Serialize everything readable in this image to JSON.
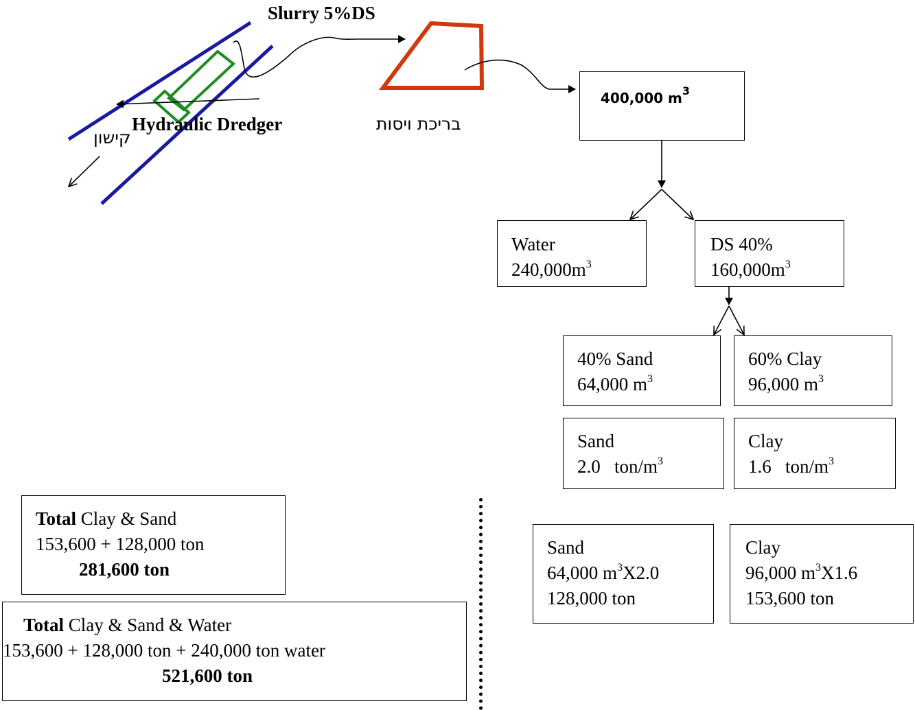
{
  "labels": {
    "slurry": "Slurry 5%DS",
    "dredger": "Hydraulic Dredger",
    "river": "קישון",
    "pond": "בריכת ויסות"
  },
  "nodes": {
    "total_volume": {
      "value": "400,000 m",
      "unit_sup": "3"
    },
    "water": {
      "title": "Water",
      "value": "240,000m",
      "unit_sup": "3"
    },
    "ds": {
      "title": "DS 40%",
      "value": "160,000m",
      "unit_sup": "3"
    },
    "sand_fraction": {
      "title": "40% Sand",
      "value": "64,000 m",
      "unit_sup": "3"
    },
    "clay_fraction": {
      "title": "60% Clay",
      "value": "96,000 m",
      "unit_sup": "3"
    },
    "sand_density": {
      "title": "Sand",
      "value": "2.0   ton/m",
      "unit_sup": "3"
    },
    "clay_density": {
      "title": "Clay",
      "value": "1.6   ton/m",
      "unit_sup": "3"
    },
    "sand_mass": {
      "title": "Sand",
      "calc_pre": "64,000 m",
      "calc_sup": "3",
      "calc_post": "X2.0",
      "result": "128,000 ton"
    },
    "clay_mass": {
      "title": "Clay",
      "calc_pre": "96,000 m",
      "calc_sup": "3",
      "calc_post": "X1.6",
      "result": "153,600 ton"
    }
  },
  "totals": {
    "clay_sand": {
      "heading_bold": "Total",
      "heading_rest": " Clay & Sand",
      "sum": "153,600 + 128,000 ton",
      "result": "281,600 ton"
    },
    "clay_sand_water": {
      "heading_bold": "Total",
      "heading_rest": " Clay & Sand & Water",
      "sum": "153,600 + 128,000 ton + 240,000 ton water",
      "result": "521,600 ton"
    }
  },
  "colors": {
    "river_banks": "#1a1aa0",
    "dredger": "#1e8c1e",
    "pond": "#d03a0a",
    "ink": "#000000"
  }
}
